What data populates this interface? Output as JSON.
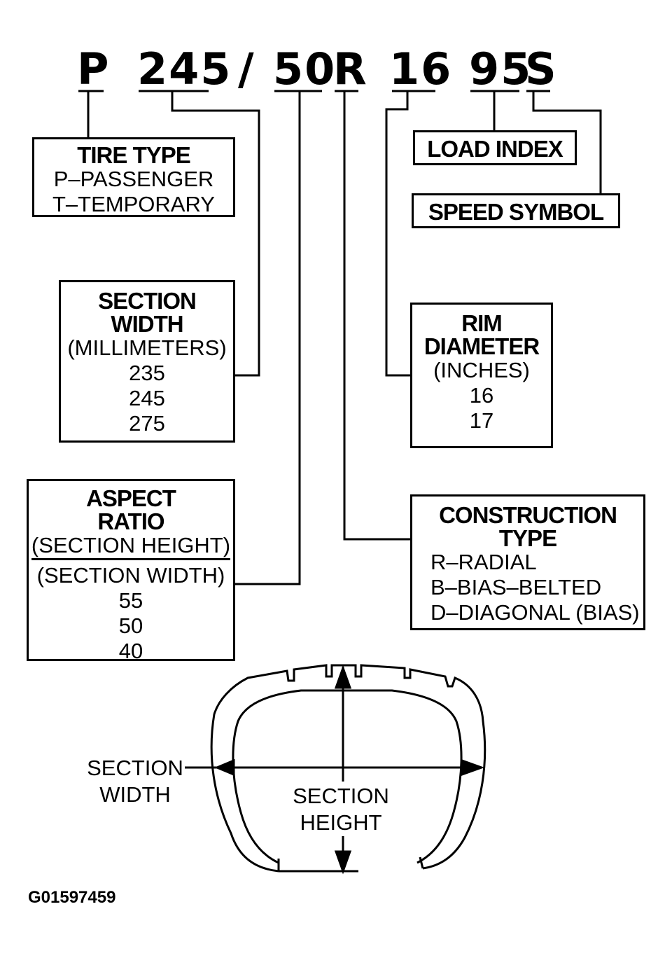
{
  "code": {
    "p": "P",
    "width": "245",
    "slash": "/",
    "ratio": "50",
    "construction": "R",
    "rim": "16",
    "load": "95",
    "speed": "S"
  },
  "tire_type": {
    "title": "TIRE TYPE",
    "items": [
      "P–PASSENGER",
      "T–TEMPORARY"
    ]
  },
  "section_width": {
    "title1": "SECTION",
    "title2": "WIDTH",
    "unit": "(MILLIMETERS)",
    "values": [
      "235",
      "245",
      "275"
    ]
  },
  "aspect_ratio": {
    "title1": "ASPECT",
    "title2": "RATIO",
    "numerator": "(SECTION HEIGHT)",
    "denominator": "(SECTION WIDTH)",
    "values": [
      "55",
      "50",
      "40"
    ]
  },
  "load_index": {
    "title": "LOAD INDEX"
  },
  "speed_symbol": {
    "title": "SPEED SYMBOL"
  },
  "rim_diameter": {
    "title1": "RIM",
    "title2": "DIAMETER",
    "unit": "(INCHES)",
    "values": [
      "16",
      "17"
    ]
  },
  "construction_type": {
    "title1": "CONSTRUCTION",
    "title2": "TYPE",
    "items": [
      "R–RADIAL",
      "B–BIAS–BELTED",
      "D–DIAGONAL (BIAS)"
    ]
  },
  "tire_diagram": {
    "section_width_1": "SECTION",
    "section_width_2": "WIDTH",
    "section_height_1": "SECTION",
    "section_height_2": "HEIGHT"
  },
  "figure_id": "G01597459"
}
